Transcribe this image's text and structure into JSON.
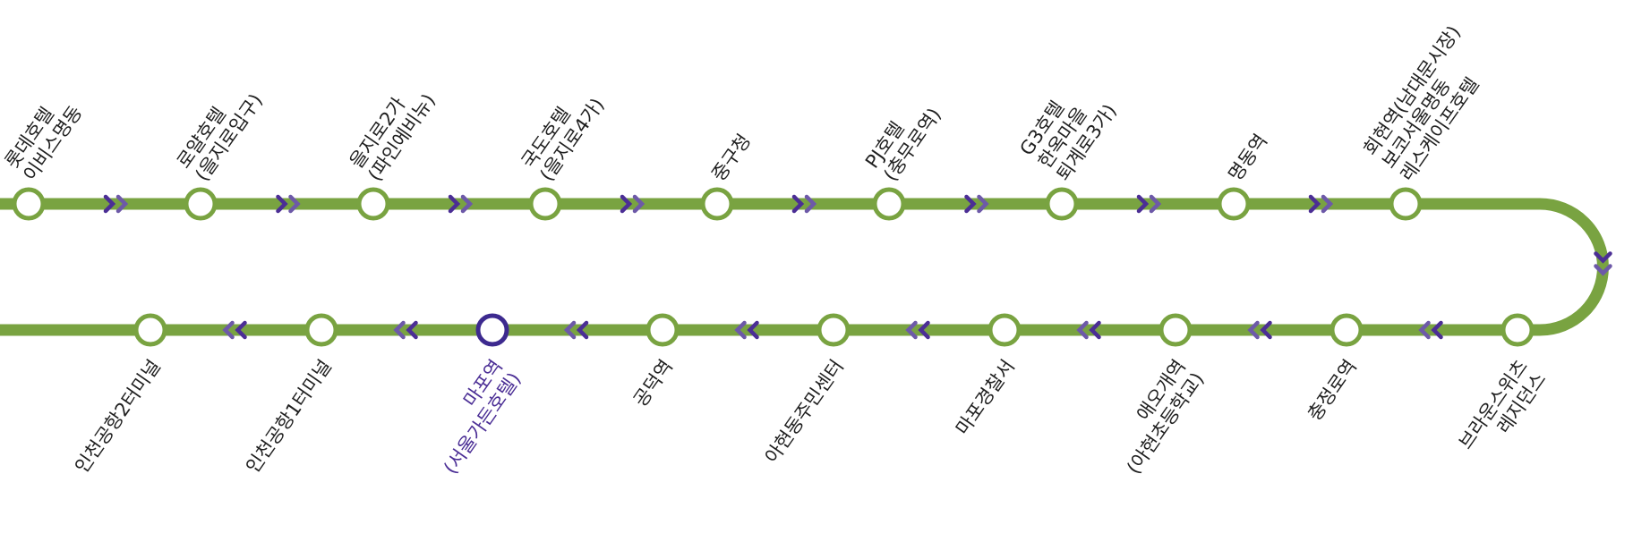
{
  "colors": {
    "line": "#79a341",
    "station_stroke": "#79a341",
    "current_stroke": "#3d2a8f",
    "arrow": "#4b2e95",
    "arrow_light": "#6d59a8",
    "current_label": "#4b2e95",
    "label": "#1f1f1f"
  },
  "direction_arrow_icon": "double-chevron-icon",
  "top_stations": [
    {
      "lines": [
        "롯데호텔",
        "이비스명동"
      ]
    },
    {
      "lines": [
        "로얄호텔",
        "(을지로입구)"
      ]
    },
    {
      "lines": [
        "을지로2가",
        "(파인에비뉴)"
      ]
    },
    {
      "lines": [
        "국도호텔",
        "(을지로4가)"
      ]
    },
    {
      "lines": [
        "중구청"
      ]
    },
    {
      "lines": [
        "PJ호텔",
        "(충무로역)"
      ]
    },
    {
      "lines": [
        "G3호텔",
        "한옥마을",
        "퇴계로3가)"
      ]
    },
    {
      "lines": [
        "명동역"
      ]
    },
    {
      "lines": [
        "회현역(남대문시장)",
        "보코서울명동",
        "레스케이프호텔"
      ]
    }
  ],
  "bottom_stations": [
    {
      "lines": [
        "인천공항2터미널"
      ]
    },
    {
      "lines": [
        "인천공항1터미널"
      ]
    },
    {
      "lines": [
        "마포역",
        "(서울가든호텔)"
      ],
      "current": true
    },
    {
      "lines": [
        "공덕역"
      ]
    },
    {
      "lines": [
        "아현동주민센터"
      ]
    },
    {
      "lines": [
        "마포경찰서"
      ]
    },
    {
      "lines": [
        "애오개역",
        "(아현초등학교)"
      ]
    },
    {
      "lines": [
        "충정로역"
      ]
    },
    {
      "lines": [
        "브라운스위츠",
        "레지던스"
      ]
    }
  ]
}
